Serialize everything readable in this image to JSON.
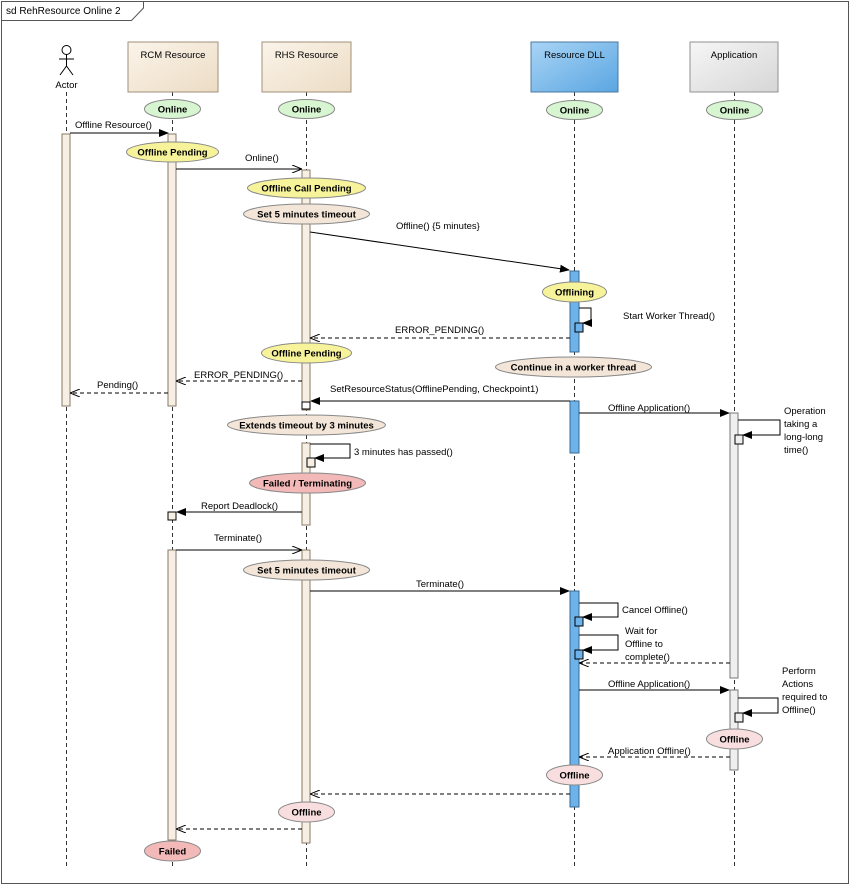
{
  "frame": {
    "title": "sd RehResource Online 2"
  },
  "lifelines": [
    {
      "id": "actor",
      "label": "Actor",
      "kind": "actor"
    },
    {
      "id": "rcm",
      "label": "RCM Resource",
      "kind": "box",
      "fill": "#f6ead8",
      "stroke": "#a0907a"
    },
    {
      "id": "rhs",
      "label": "RHS Resource",
      "kind": "box",
      "fill": "#f6ead8",
      "stroke": "#a0907a"
    },
    {
      "id": "dll",
      "label": "Resource DLL",
      "kind": "box",
      "fill": "#7ebcec",
      "stroke": "#4a7aa0"
    },
    {
      "id": "app",
      "label": "Application",
      "kind": "box",
      "fill": "#e6e6e6",
      "stroke": "#909090"
    }
  ],
  "states": [
    {
      "id": "rcm-online",
      "text": "Online",
      "color": "#d7f5d0"
    },
    {
      "id": "rhs-online",
      "text": "Online",
      "color": "#d7f5d0"
    },
    {
      "id": "dll-online",
      "text": "Online",
      "color": "#d7f5d0"
    },
    {
      "id": "app-online",
      "text": "Online",
      "color": "#d7f5d0"
    },
    {
      "id": "rcm-offline-pending",
      "text": "Offline Pending",
      "color": "#f6f39a"
    },
    {
      "id": "rhs-offline-call-pending",
      "text": "Offline Call Pending",
      "color": "#f6f39a"
    },
    {
      "id": "rhs-set-timeout-1",
      "text": "Set 5 minutes timeout",
      "color": "#f3e6d8"
    },
    {
      "id": "dll-offlining",
      "text": "Offlining",
      "color": "#f6f39a"
    },
    {
      "id": "rhs-offline-pending",
      "text": "Offline Pending",
      "color": "#f6f39a"
    },
    {
      "id": "dll-continue-worker",
      "text": "Continue in a worker thread",
      "color": "#f3e6d8"
    },
    {
      "id": "rhs-extends-timeout",
      "text": "Extends timeout by 3 minutes",
      "color": "#f3e6d8"
    },
    {
      "id": "rhs-failed-terminating",
      "text": "Failed / Terminating",
      "color": "#f3b8b8"
    },
    {
      "id": "rhs-set-timeout-2",
      "text": "Set 5 minutes timeout",
      "color": "#f3e6d8"
    },
    {
      "id": "app-offline",
      "text": "Offline",
      "color": "#f8dede"
    },
    {
      "id": "dll-offline",
      "text": "Offline",
      "color": "#f8dede"
    },
    {
      "id": "rhs-offline",
      "text": "Offline",
      "color": "#f8dede"
    },
    {
      "id": "rcm-failed",
      "text": "Failed",
      "color": "#f3b8b8"
    }
  ],
  "messages": [
    {
      "id": "offline-resource",
      "text": "Offline Resource()"
    },
    {
      "id": "online-call",
      "text": "Online()"
    },
    {
      "id": "offline-5min",
      "text": "Offline() {5 minutes}"
    },
    {
      "id": "start-worker",
      "text": "Start Worker Thread()"
    },
    {
      "id": "error-pending-1",
      "text": "ERROR_PENDING()"
    },
    {
      "id": "error-pending-2",
      "text": "ERROR_PENDING()"
    },
    {
      "id": "pending",
      "text": "Pending()"
    },
    {
      "id": "set-resource-status",
      "text": "SetResourceStatus(OfflinePending, Checkpoint1)"
    },
    {
      "id": "offline-application-1",
      "text": "Offline Application()"
    },
    {
      "id": "three-min-passed",
      "text": "3 minutes has passed()"
    },
    {
      "id": "report-deadlock",
      "text": "Report Deadlock()"
    },
    {
      "id": "terminate-1",
      "text": "Terminate()"
    },
    {
      "id": "terminate-2",
      "text": "Terminate()"
    },
    {
      "id": "cancel-offline",
      "text": "Cancel Offline()"
    },
    {
      "id": "offline-application-2",
      "text": "Offline Application()"
    },
    {
      "id": "application-offline",
      "text": "Application Offline()"
    }
  ],
  "notes": [
    {
      "id": "operation-long",
      "lines": [
        "Operation",
        "taking a",
        "long-long",
        "time()"
      ]
    },
    {
      "id": "wait-offline",
      "lines": [
        "Wait for",
        "Offline to",
        "complete()"
      ]
    },
    {
      "id": "perform-actions",
      "lines": [
        "Perform",
        "Actions",
        "required to",
        "Offline()"
      ]
    }
  ]
}
